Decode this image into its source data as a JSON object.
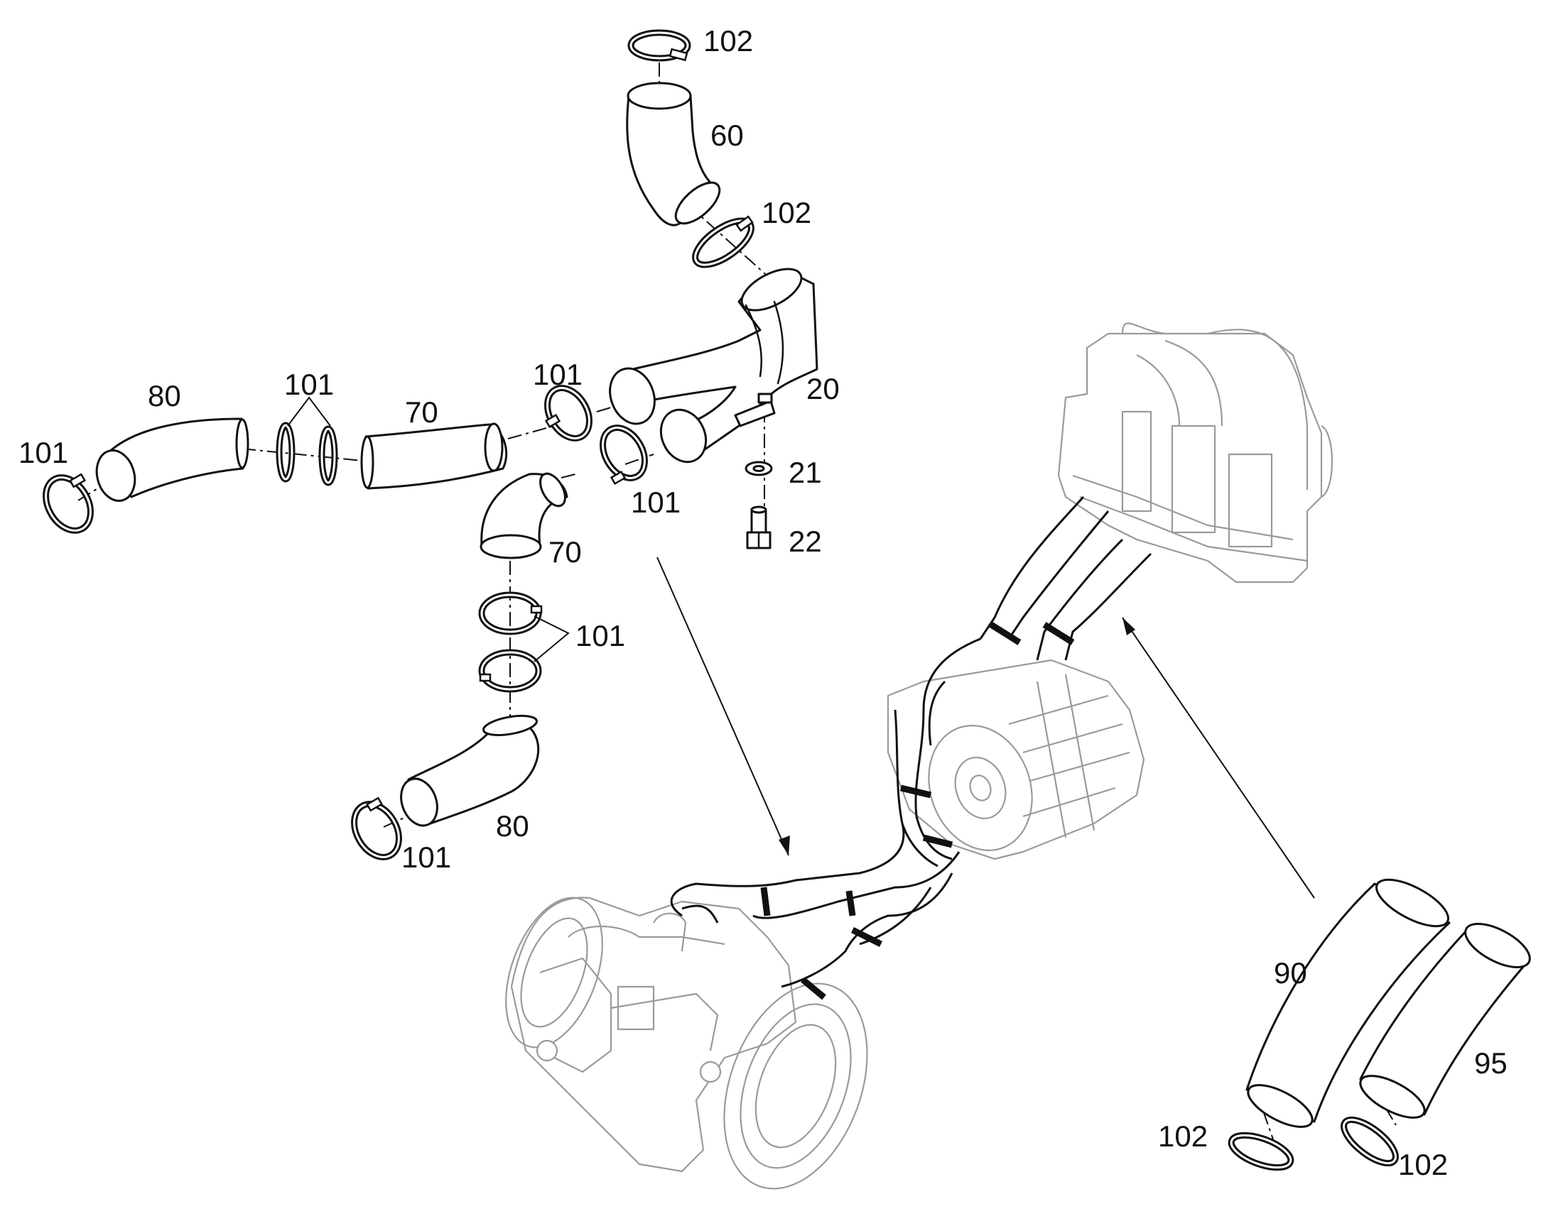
{
  "labels": {
    "l102_top": "102",
    "l60": "60",
    "l102_mid": "102",
    "l20": "20",
    "l21": "21",
    "l22": "22",
    "l80_top": "80",
    "l101_tl": "101",
    "l101_pair": "101",
    "l70_top": "70",
    "l101_a": "101",
    "l101_b": "101",
    "l70_mid": "70",
    "l101_mid": "101",
    "l80_bot": "80",
    "l101_bot": "101",
    "l90": "90",
    "l95": "95",
    "l102_bl": "102",
    "l102_br": "102"
  },
  "colors": {
    "line": "#111111",
    "ghost": "#9a9a9a",
    "background": "#ffffff"
  }
}
